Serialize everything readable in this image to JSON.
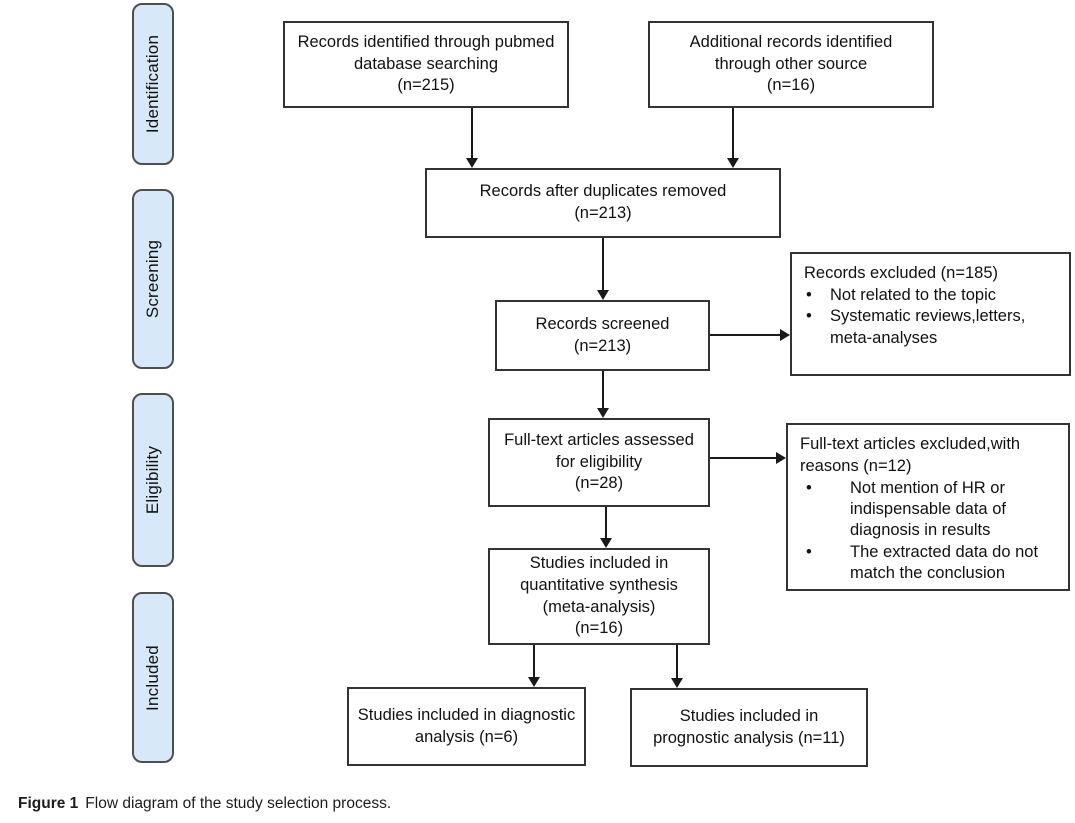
{
  "stages": [
    {
      "label": "Identification"
    },
    {
      "label": "Screening"
    },
    {
      "label": "Eligibility"
    },
    {
      "label": "Included"
    }
  ],
  "boxes": {
    "pubmed": {
      "lines": [
        "Records identified through pubmed",
        "database searching",
        "(n=215)"
      ]
    },
    "other_source": {
      "lines": [
        "Additional records identified",
        "through other source",
        "(n=16)"
      ]
    },
    "duplicates_removed": {
      "lines": [
        "Records after duplicates removed",
        "(n=213)"
      ]
    },
    "screened": {
      "lines": [
        "Records screened",
        "(n=213)"
      ]
    },
    "records_excluded": {
      "title": "Records excluded (n=185)",
      "bullets": [
        "Not related to the topic",
        "Systematic reviews,letters, meta-analyses"
      ]
    },
    "fulltext_assessed": {
      "lines": [
        "Full-text articles assessed",
        "for eligibility",
        "(n=28)"
      ]
    },
    "fulltext_excluded": {
      "title": "Full-text articles excluded,with reasons (n=12)",
      "bullets": [
        "Not mention of HR or indispensable data of diagnosis in results",
        "The extracted data do not match the conclusion"
      ]
    },
    "quantitative_synthesis": {
      "lines": [
        "Studies included in",
        "quantitative synthesis",
        "(meta-analysis)",
        "(n=16)"
      ]
    },
    "diagnostic_analysis": {
      "lines": [
        "Studies included in diagnostic",
        "analysis (n=6)"
      ]
    },
    "prognostic_analysis": {
      "lines": [
        "Studies included in",
        "prognostic analysis (n=11)"
      ]
    }
  },
  "caption": {
    "label": "Figure 1",
    "text": "Flow diagram of the study selection process."
  },
  "colors": {
    "stage_fill": "#d7e9f9",
    "stage_border": "#4f4f4f",
    "box_border": "#333333",
    "arrow": "#1a1a1a"
  }
}
